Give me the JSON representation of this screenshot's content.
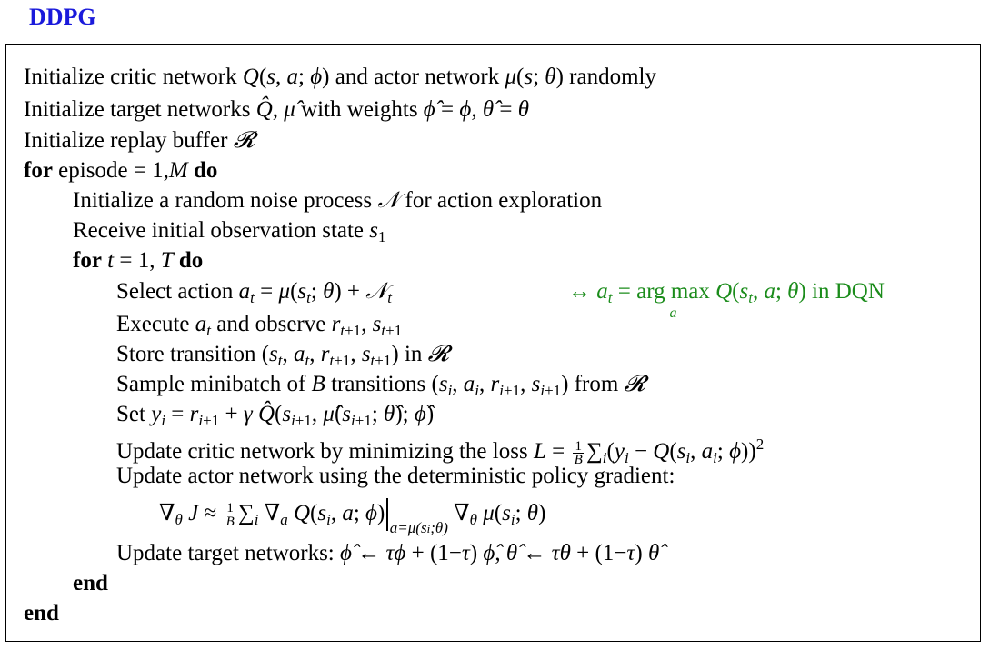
{
  "title": "DDPG",
  "algorithm": {
    "l1": {
      "text": "Initialize critic network",
      "mid": "and actor network",
      "end": "randomly"
    },
    "l2": {
      "text": "Initialize target networks",
      "mid": "with weights"
    },
    "l3": {
      "text": "Initialize replay buffer"
    },
    "l4": {
      "kw_for": "for",
      "text": "episode = 1,",
      "kw_do": "do"
    },
    "l5": {
      "text": "Initialize a random noise process",
      "end": "for action exploration"
    },
    "l6": {
      "text": "Receive initial observation state"
    },
    "l7": {
      "kw_for": "for",
      "kw_do": "do"
    },
    "l8": {
      "text": "Select action",
      "comment_end": "in DQN",
      "argmax": "arg max"
    },
    "l9": {
      "text": "Execute",
      "mid": "and observe"
    },
    "l10": {
      "text": "Store transition",
      "mid": "in"
    },
    "l11": {
      "text": "Sample minibatch of",
      "mid": "transitions",
      "end": "from"
    },
    "l12": {
      "text": "Set"
    },
    "l13": {
      "text": "Update critic network by minimizing the loss"
    },
    "l14": {
      "text": "Update actor network using the deterministic policy gradient:"
    },
    "l16": {
      "text": "Update target networks:"
    },
    "l17": {
      "kw_end": "end"
    },
    "l18": {
      "kw_end": "end"
    }
  }
}
